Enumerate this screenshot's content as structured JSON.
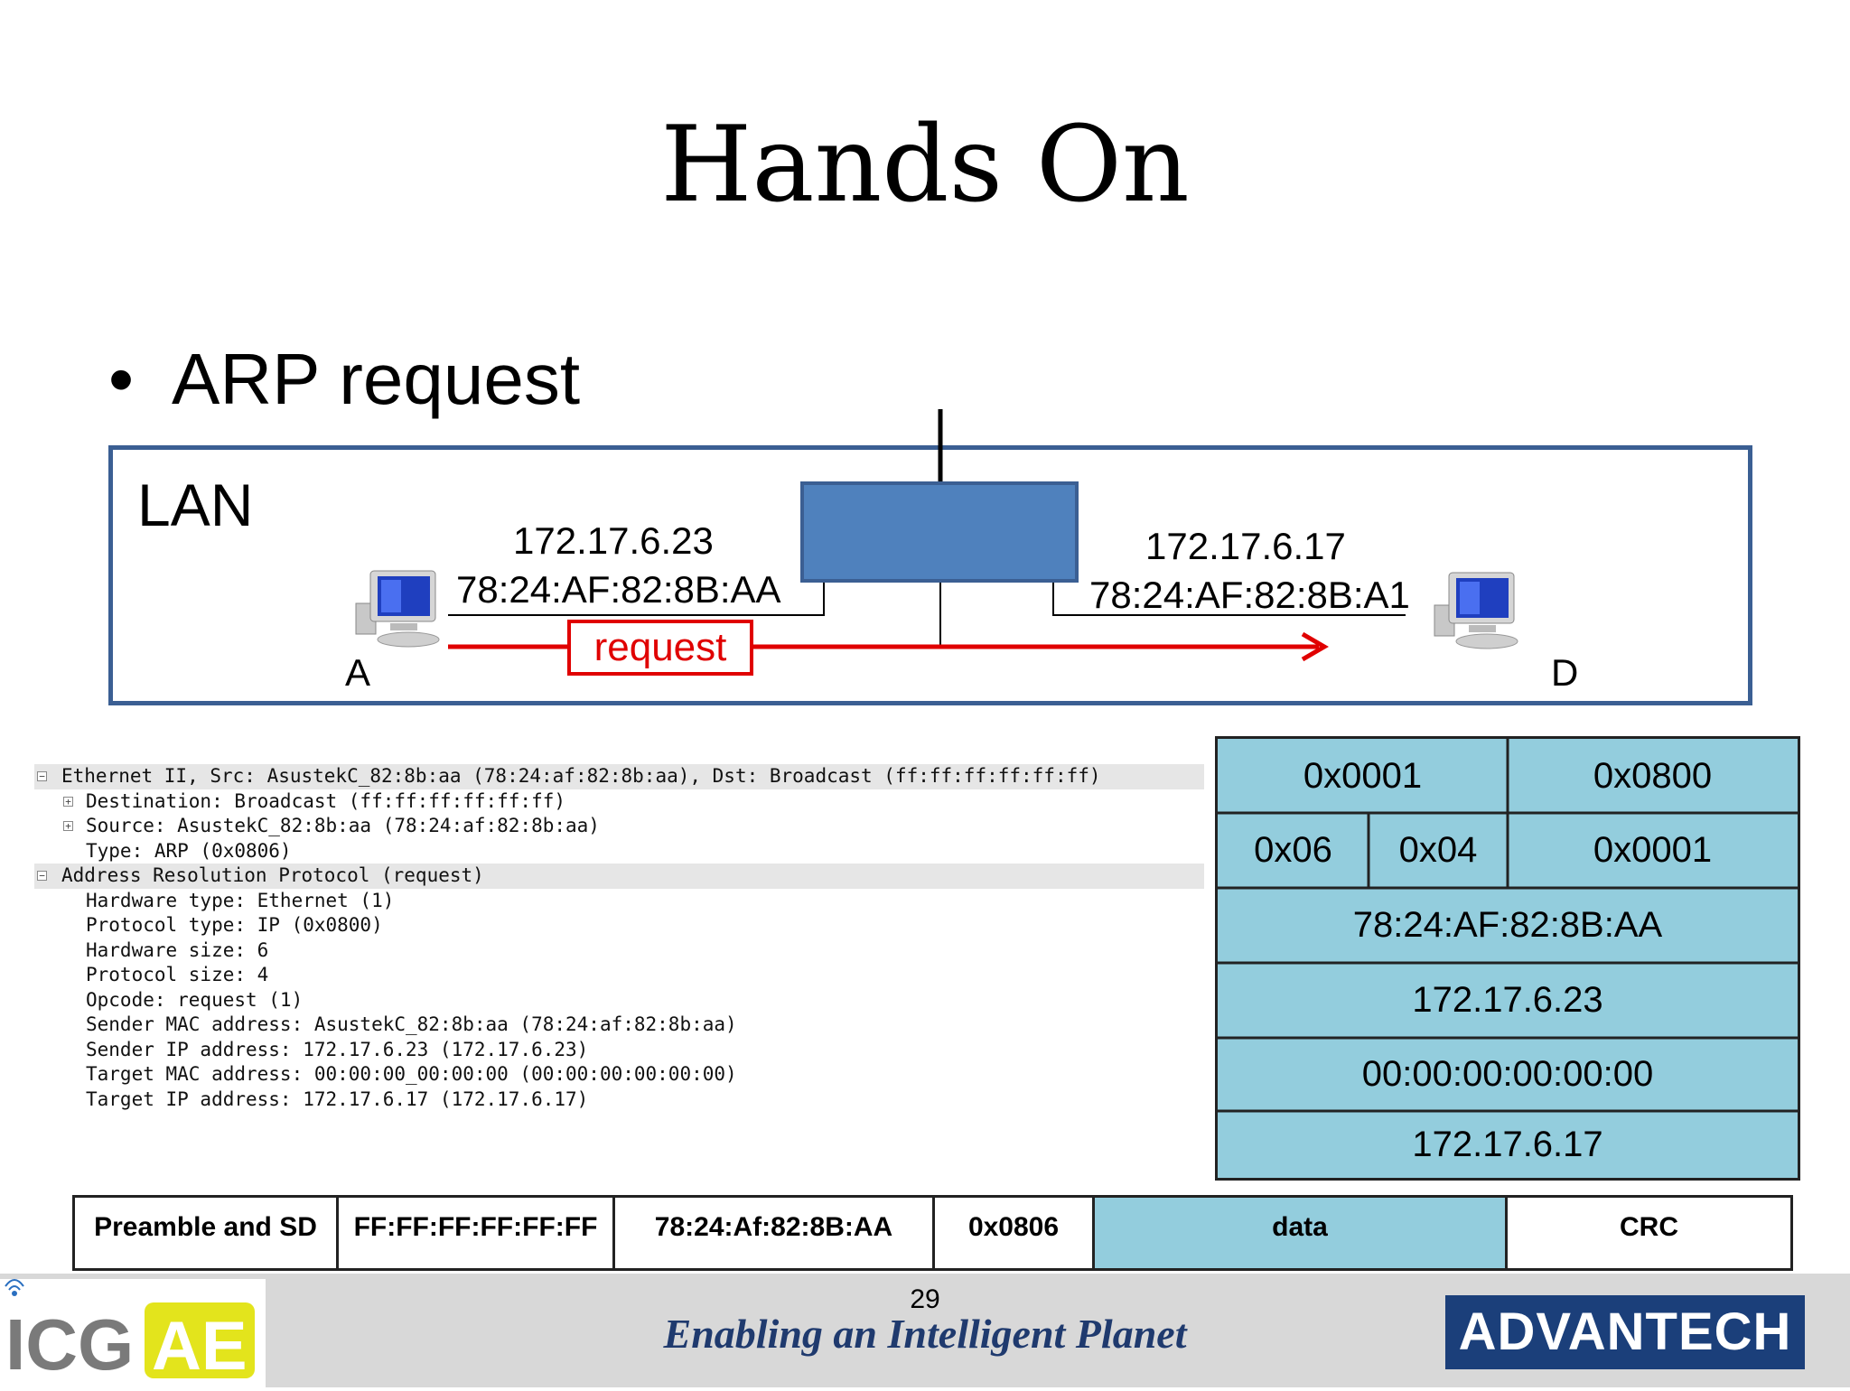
{
  "slide": {
    "title": "Hands On",
    "bullet": "ARP request",
    "page_number": "29"
  },
  "network": {
    "lan_label": "LAN",
    "host_a": {
      "letter": "A",
      "ip": "172.17.6.23",
      "mac": "78:24:AF:82:8B:AA"
    },
    "host_d": {
      "letter": "D",
      "ip": "172.17.6.17",
      "mac": "78:24:AF:82:8B:A1"
    },
    "message_label": "request",
    "colors": {
      "lan_border": "#3b5f93",
      "switch": "#4f81bd",
      "request": "#e00000"
    }
  },
  "packet_detail": {
    "lines": [
      {
        "text": "Ethernet II, Src: AsustekC_82:8b:aa (78:24:af:82:8b:aa), Dst: Broadcast (ff:ff:ff:ff:ff:ff)",
        "toggle": "−"
      },
      {
        "text": "Destination: Broadcast (ff:ff:ff:ff:ff:ff)",
        "toggle": "+"
      },
      {
        "text": "Source: AsustekC_82:8b:aa (78:24:af:82:8b:aa)",
        "toggle": "+"
      },
      {
        "text": "Type: ARP (0x0806)",
        "toggle": ""
      },
      {
        "text": "Address Resolution Protocol (request)",
        "toggle": "−"
      },
      {
        "text": "Hardware type: Ethernet (1)",
        "toggle": ""
      },
      {
        "text": "Protocol type: IP (0x0800)",
        "toggle": ""
      },
      {
        "text": "Hardware size: 6",
        "toggle": ""
      },
      {
        "text": "Protocol size: 4",
        "toggle": ""
      },
      {
        "text": "Opcode: request (1)",
        "toggle": ""
      },
      {
        "text": "Sender MAC address: AsustekC_82:8b:aa (78:24:af:82:8b:aa)",
        "toggle": ""
      },
      {
        "text": "Sender IP address: 172.17.6.23 (172.17.6.23)",
        "toggle": ""
      },
      {
        "text": "Target MAC address: 00:00:00_00:00:00 (00:00:00:00:00:00)",
        "toggle": ""
      },
      {
        "text": "Target IP address: 172.17.6.17 (172.17.6.17)",
        "toggle": ""
      }
    ]
  },
  "arp_fields": {
    "hardware_type": "0x0001",
    "protocol_type": "0x0800",
    "hardware_size": "0x06",
    "protocol_size": "0x04",
    "opcode": "0x0001",
    "sender_mac": "78:24:AF:82:8B:AA",
    "sender_ip": "172.17.6.23",
    "target_mac": "00:00:00:00:00:00",
    "target_ip": "172.17.6.17",
    "fill_color": "#93cddd"
  },
  "ethernet_frame": {
    "preamble": "Preamble and SD",
    "destination": "FF:FF:FF:FF:FF:FF",
    "source": "78:24:Af:82:8B:AA",
    "type": "0x0806",
    "data": "data",
    "crc": "CRC"
  },
  "footer": {
    "logo_left": "ICG AE",
    "slogan": "Enabling an Intelligent Planet",
    "logo_right": "ADVANTECH"
  }
}
